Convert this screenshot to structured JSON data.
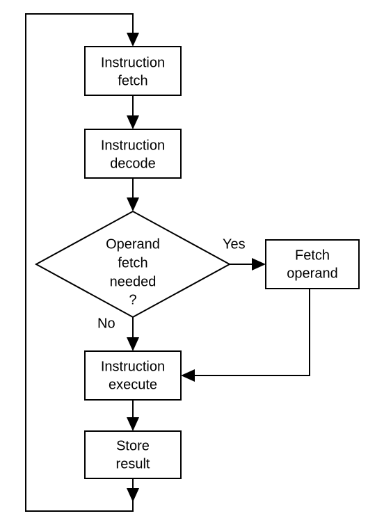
{
  "nodes": {
    "instruction_fetch": [
      "Instruction",
      "fetch"
    ],
    "instruction_decode": [
      "Instruction",
      "decode"
    ],
    "decision": [
      "Operand",
      "fetch",
      "needed",
      "?"
    ],
    "fetch_operand": [
      "Fetch",
      "operand"
    ],
    "instruction_execute": [
      "Instruction",
      "execute"
    ],
    "store_result": [
      "Store",
      "result"
    ]
  },
  "edges": {
    "yes": "Yes",
    "no": "No"
  },
  "colors": {
    "stroke": "#000000",
    "background": "#ffffff"
  }
}
